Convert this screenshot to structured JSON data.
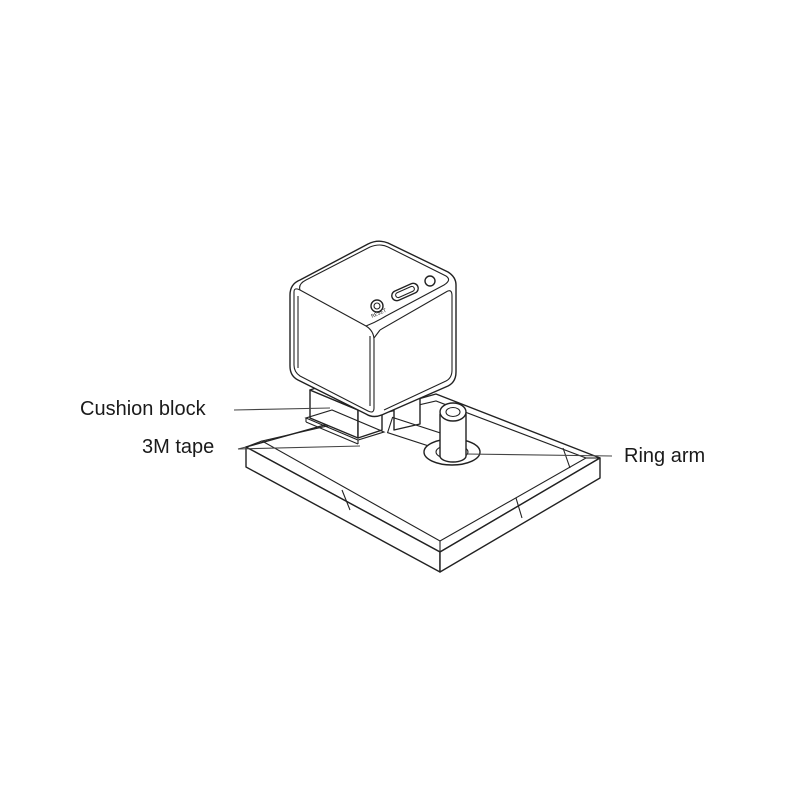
{
  "labels": {
    "cushion_block": "Cushion block",
    "tape": "3M tape",
    "ring_arm": "Ring arm"
  },
  "colors": {
    "line": "#222222",
    "background": "#ffffff",
    "text": "#1a1a1a"
  }
}
